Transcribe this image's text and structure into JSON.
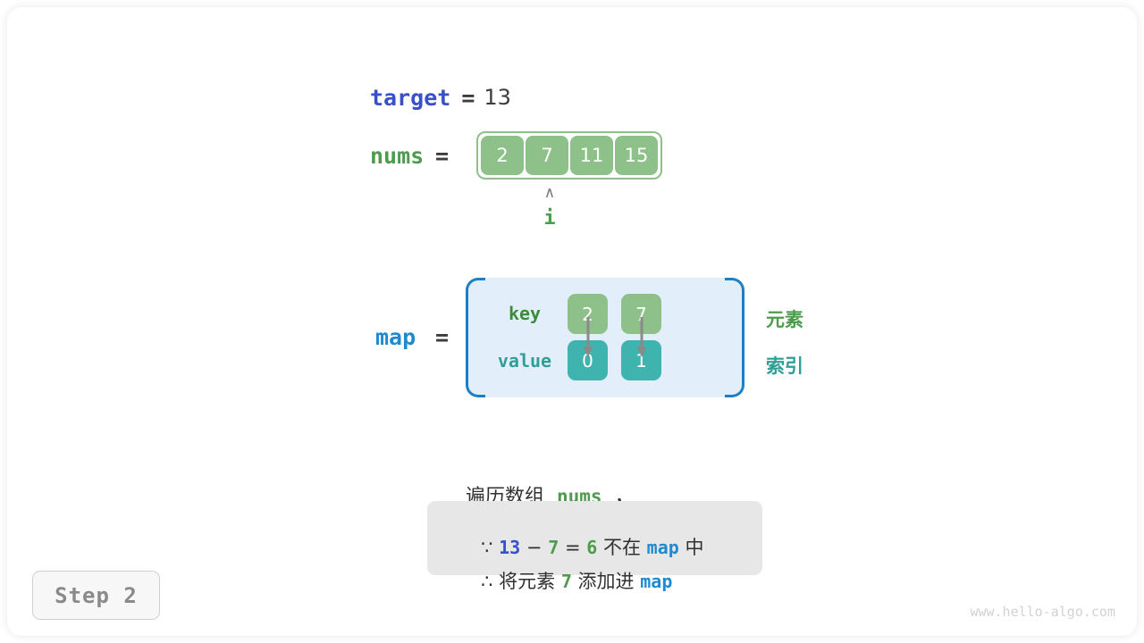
{
  "page": {
    "watermark": "www.hello-algo.com",
    "step_badge": "Step 2"
  },
  "colors": {
    "array_cell": "#8ec08a",
    "value_cell": "#3fb3ad",
    "map_bg": "#e2effa",
    "map_border": "#1f7fc4",
    "note_bg": "#e7e7e7",
    "var_blue": "#3850c8",
    "var_green": "#4d9c4d",
    "var_lightblue": "#1f8ad0",
    "text": "#303030",
    "arrow_gray": "#8a8a8a"
  },
  "target": {
    "name": "target",
    "equals": "=",
    "value": "13"
  },
  "nums": {
    "name": "nums",
    "equals": "=",
    "cells": [
      "2",
      "7",
      "11",
      "15"
    ],
    "pointer": {
      "caret": "∧",
      "label": "i",
      "index": 1
    }
  },
  "map": {
    "name": "map",
    "equals": "=",
    "row_labels": {
      "key": "key",
      "value": "value"
    },
    "entries": [
      {
        "key": "2",
        "value": "0"
      },
      {
        "key": "7",
        "value": "1"
      }
    ],
    "tags": {
      "element": "元素",
      "index": "索引"
    }
  },
  "caption": {
    "prefix": "遍历数组",
    "var": "nums",
    "suffix": "，"
  },
  "note": {
    "line1": {
      "symbol": "∵",
      "a": "13",
      "minus": "−",
      "b": "7",
      "eq": "=",
      "result": "6",
      "mid": "不在",
      "var": "map",
      "tail": "中"
    },
    "line2": {
      "symbol": "∴",
      "lead": "将元素",
      "num": "7",
      "mid": "添加进",
      "var": "map"
    }
  }
}
